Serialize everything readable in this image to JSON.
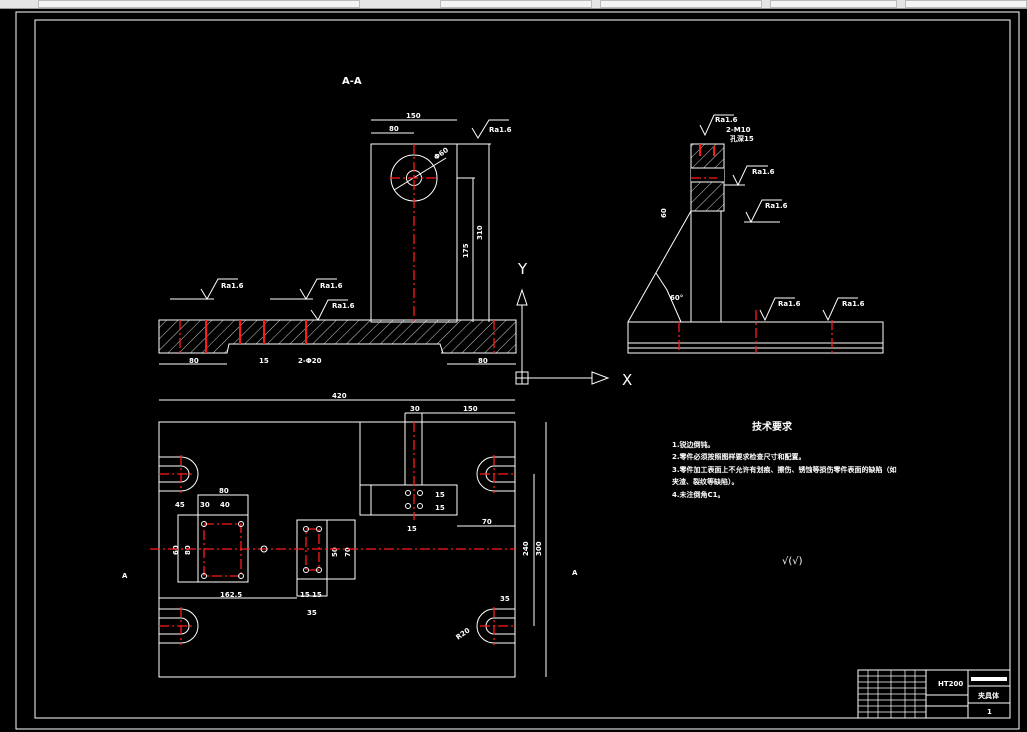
{
  "window": {
    "background": "#000000",
    "line_color": "#ffffff",
    "centerline_color": "#ff1a1a"
  },
  "section_view": {
    "label": "A-A",
    "dims": {
      "width_total": "150",
      "width_half": "80",
      "height": "310",
      "height_hole": "175",
      "base_left": "80",
      "base_right": "80",
      "slot": "15",
      "counterbore": "2-Φ20"
    },
    "roughness": [
      "Ra1.6",
      "Ra1.6",
      "Ra1.6",
      "Ra1.6"
    ],
    "hole_diameter": "Φ60"
  },
  "side_view": {
    "angle": "60°",
    "roughness": [
      "Ra1.6",
      "Ra1.6",
      "Ra1.6",
      "Ra1.6",
      "Ra1.6"
    ],
    "notes": [
      "2-M10",
      "孔深15"
    ],
    "height_dim": "60"
  },
  "plan_view": {
    "dims": {
      "length": "420",
      "top_right": "150",
      "top_block": "30",
      "right_offset": "70",
      "height_inner": "240",
      "height_total": "300",
      "left_w": "80",
      "left_a": "45",
      "left_b": "30",
      "left_c": "40",
      "left_h": "60",
      "left_h2": "80",
      "left_offset": "162.5",
      "mid_a": "15",
      "mid_b": "15",
      "mid_w": "35",
      "mid_h": "50",
      "mid_h2": "70",
      "block_h": "15",
      "block_h2": "15",
      "block_w": "15",
      "corner": "35",
      "slot_r": "R20"
    },
    "section_marks": [
      "A",
      "A"
    ]
  },
  "ucs": {
    "x_label": "X",
    "y_label": "Y"
  },
  "tech_requirements": {
    "title": "技术要求",
    "items": [
      "1.锐边倒钝。",
      "2.零件必须按照图样要求检查尺寸和配置。",
      "3.零件加工表面上不允许有划痕、擦伤、锈蚀等损伤零件表面的缺陷（如",
      "夹渣、裂纹等缺陷）。",
      "4.未注倒角C1。"
    ],
    "roughness_symbol": "√(√)"
  },
  "title_block": {
    "material": "HT200",
    "part_name": "夹具体",
    "sheet": "1"
  }
}
